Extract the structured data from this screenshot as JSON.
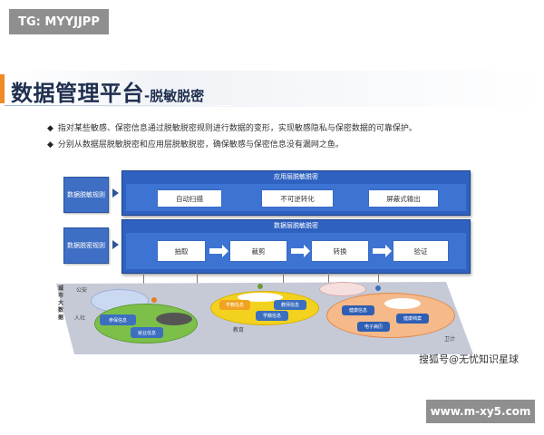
{
  "badge": {
    "text": "TG: MYYJJPP"
  },
  "header": {
    "title": "数据管理平台",
    "subtitle": "-脱敏脱密"
  },
  "bullets": [
    "指对某些敏感、保密信息通过脱敏脱密规则进行数据的变形，实现敏感隐私与保密数据的可靠保护。",
    "分别从数据层脱敏脱密和应用层脱敏脱密，确保敏感与保密信息没有漏网之鱼。"
  ],
  "diagram": {
    "left_blocks": [
      "数据脱敏规则",
      "数据脱密规则"
    ],
    "app_layer": {
      "title": "应用层脱敏脱密",
      "steps": [
        "自动扫描",
        "不可逆转化",
        "屏蔽式输出"
      ]
    },
    "data_layer": {
      "title": "数据层脱敏脱密",
      "steps": [
        "抽取",
        "裁剪",
        "转换",
        "验证"
      ]
    },
    "platform": {
      "side_label": "城市大数据",
      "sectors": [
        "公安",
        "人社",
        "教育",
        "卫计"
      ],
      "chips_left": [
        "参保信息",
        "就业信息"
      ],
      "chips_mid": [
        "学籍信息",
        "教师信息",
        "学籍信息"
      ],
      "chips_right": [
        "健康信息",
        "健康档案",
        "电子病历"
      ]
    }
  },
  "watermark": "搜狐号@无忧知识星球",
  "footer": {
    "text": "www.m-xy5.com"
  },
  "colors": {
    "accent": "#f08a24",
    "panel": "#2e61c0",
    "title": "#1f2f4f"
  }
}
